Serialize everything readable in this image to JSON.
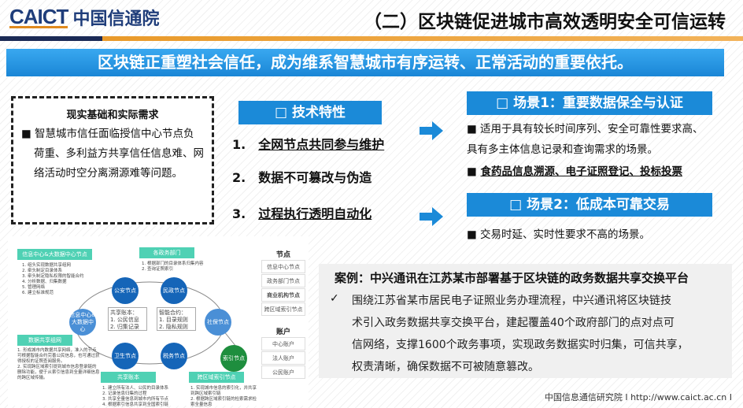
{
  "header": {
    "logo_en": "CAICT",
    "logo_cn": "中国信通院",
    "title": "（二）区块链促进城市高效透明安全可信运转"
  },
  "banner": "区块链正重塑社会信任，成为维系智慧城市有序运转、正常活动的重要依托。",
  "reality": {
    "title": "现实基础和实际需求",
    "text": "■ 智慧城市信任面临授信中心节点负荷重、多利益方共享信任信息难、网络活动时空分离溯源难等问题。"
  },
  "tech": {
    "title": "□  技术特性",
    "items": [
      "1.",
      "全网节点共同参与维护",
      "2.",
      "数据不可篡改与伪造",
      "3.",
      "过程执行透明自动化"
    ]
  },
  "scene1": {
    "title": "□  场景1：重要数据保全与认证",
    "bullet1a": "■ 适用于具有较长时间序列、安全可靠性要求高、",
    "bullet1b": "具有多主体信息记录和查询需求的场景。",
    "bullet2": "食药品信息溯源、电子证照登记、投标投票",
    "mark": "■"
  },
  "scene2": {
    "title": "□  场景2：低成本可靠交易",
    "bullet": "■ 交易时延、实时性要求不高的场景。"
  },
  "diagram": {
    "tags": [
      "信息中心&大数据中心节点",
      "各政务部门",
      "数据共享组网",
      "共享账本",
      "跨区域索引节点"
    ],
    "notes": [
      "1. 组头实现数据共享组网\n2. 牵头制定目录体系\n3. 牵头制定隐私权限的智能合约\n4. 分析数据、归集数据\n5. 管理网络\n6. 建立标准规范",
      "1. 根据部门的目录体系归集内容\n2. 查询证照索引",
      "1. 形成城市内数据共享网络，准入的节点可根据智能合约完善公民信息，也可通过获得授权的证照查阅服务。\n2. 实现跨区域索引提到城市信息登录链的删除功能，便于从索引信息到全量详细信息的跨区域传输。",
      "1. 建立所有法人、公民的目录体系\n2. 记录信息归集的过程\n3. 共享全量信息到城市内所有节点\n4. 根据索引信息共享到全国索引链",
      "1. 实现城市信息的索引化，并共享到跨区域索引链\n2. 根据跨区域索引链的检索需求检索全量信息"
    ],
    "nodes": [
      "公安节点",
      "民政节点",
      "信息中心&大数据中心",
      "社保节点",
      "卫生节点",
      "税务节点",
      "索引节点"
    ],
    "ledger": "共享账本：\n1. 公民信息\n2. 归集记录",
    "contract": "智能合约：\n1. 目录规则\n2. 隐私规则",
    "legend_nodes_title": "节点",
    "legend_nodes": [
      "信息中心节点",
      "政务部门节点",
      "商业机构节点",
      "跨区域索引节点"
    ],
    "legend_accounts_title": "账户",
    "legend_accounts": [
      "中心账户",
      "法人账户",
      "公民账户"
    ]
  },
  "case": {
    "title": "案例：中兴通讯在江苏某市部署基于区块链的政务数据共享交换平台",
    "check": "✓",
    "lines": [
      "围绕江苏省某市居民电子证照业务办理流程，中兴通讯将区块链技",
      "术引入政务数据共享交换平台，建起覆盖40个政府部门的点对点可",
      "信网络，支撑1600个政务事项，实现政务数据实时归集，可信共享，",
      "权责清晰，确保数据不可被随意篡改。"
    ]
  },
  "footer": "中国信息通信研究院  I  http://www.caict.ac.cn  I"
}
